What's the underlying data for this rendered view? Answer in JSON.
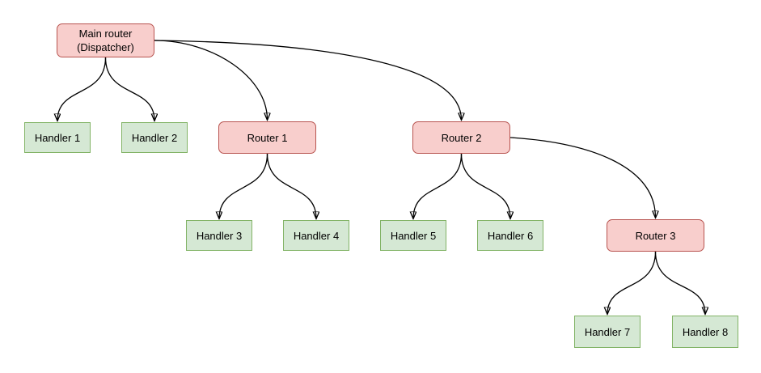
{
  "diagram": {
    "nodes": {
      "main_router": {
        "type": "router",
        "line1": "Main router",
        "line2": "(Dispatcher)"
      },
      "handler1": {
        "type": "handler",
        "label": "Handler 1"
      },
      "handler2": {
        "type": "handler",
        "label": "Handler 2"
      },
      "router1": {
        "type": "router",
        "label": "Router 1"
      },
      "router2": {
        "type": "router",
        "label": "Router 2"
      },
      "handler3": {
        "type": "handler",
        "label": "Handler 3"
      },
      "handler4": {
        "type": "handler",
        "label": "Handler 4"
      },
      "handler5": {
        "type": "handler",
        "label": "Handler 5"
      },
      "handler6": {
        "type": "handler",
        "label": "Handler 6"
      },
      "router3": {
        "type": "router",
        "label": "Router 3"
      },
      "handler7": {
        "type": "handler",
        "label": "Handler 7"
      },
      "handler8": {
        "type": "handler",
        "label": "Handler 8"
      }
    },
    "edges": [
      {
        "from": "main_router",
        "to": "handler1"
      },
      {
        "from": "main_router",
        "to": "handler2"
      },
      {
        "from": "main_router",
        "to": "router1"
      },
      {
        "from": "main_router",
        "to": "router2"
      },
      {
        "from": "router1",
        "to": "handler3"
      },
      {
        "from": "router1",
        "to": "handler4"
      },
      {
        "from": "router2",
        "to": "handler5"
      },
      {
        "from": "router2",
        "to": "handler6"
      },
      {
        "from": "router2",
        "to": "router3"
      },
      {
        "from": "router3",
        "to": "handler7"
      },
      {
        "from": "router3",
        "to": "handler8"
      }
    ],
    "colors": {
      "router_fill": "#f8cecc",
      "router_stroke": "#b85450",
      "handler_fill": "#d5e8d4",
      "handler_stroke": "#82b366",
      "edge_stroke": "#000000",
      "background": "#ffffff"
    }
  }
}
